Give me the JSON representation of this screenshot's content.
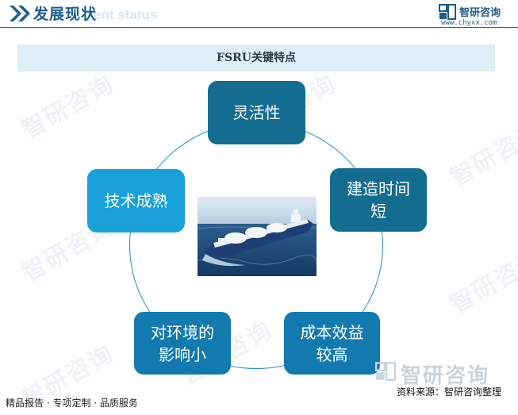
{
  "header": {
    "title": "发展现状",
    "subtitle_faded": "ent status",
    "logo_name": "智研咨询",
    "logo_url": "www.chyxx.com"
  },
  "banner": {
    "title": "FSRU关键特点"
  },
  "nodes": [
    {
      "lines": [
        "灵活性"
      ]
    },
    {
      "lines": [
        "建造时间",
        "短"
      ]
    },
    {
      "lines": [
        "成本效益",
        "较高"
      ]
    },
    {
      "lines": [
        "对环境的",
        "影响小"
      ]
    },
    {
      "lines": [
        "技术成熟"
      ]
    }
  ],
  "center_image": {
    "subject": "FSRU ship"
  },
  "watermark": {
    "text": "智研咨询"
  },
  "footer": {
    "left": "精品报告 · 专项定制 · 品质服务",
    "logo_text": "智研咨询",
    "source": "资料来源：智研咨询整理"
  },
  "colors": {
    "brand": "#1e5d8c",
    "node_dark": "#146d90",
    "node_mid": "#137ab0",
    "node_light": "#19a0d9",
    "banner_bg": "#ddeef8"
  }
}
